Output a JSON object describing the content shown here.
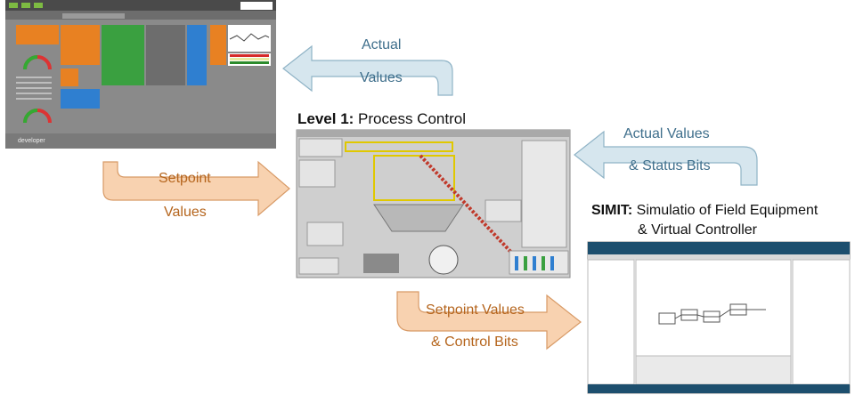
{
  "level1": {
    "label_bold": "Level 1:",
    "label_rest": " Process Control"
  },
  "simit": {
    "label_bold": "SIMIT:",
    "label_rest": " Simulatio of Field Equipment",
    "line2": "& Virtual Controller"
  },
  "arrows": {
    "actual_values": {
      "line1": "Actual",
      "line2": "Values"
    },
    "setpoint_values": {
      "line1": "Setpoint",
      "line2": "Values"
    },
    "actual_status": {
      "line1": "Actual Values",
      "line2": "& Status Bits"
    },
    "setpoint_control": {
      "line1": "Setpoint Values",
      "line2": "& Control Bits"
    }
  },
  "dashboard": {
    "footer_text": "developer"
  },
  "colors": {
    "arrow_blue": "#d6e6ee",
    "arrow_blue_stroke": "#8fb3c6",
    "arrow_orange": "#f8d2b0",
    "arrow_orange_stroke": "#d89a66"
  }
}
